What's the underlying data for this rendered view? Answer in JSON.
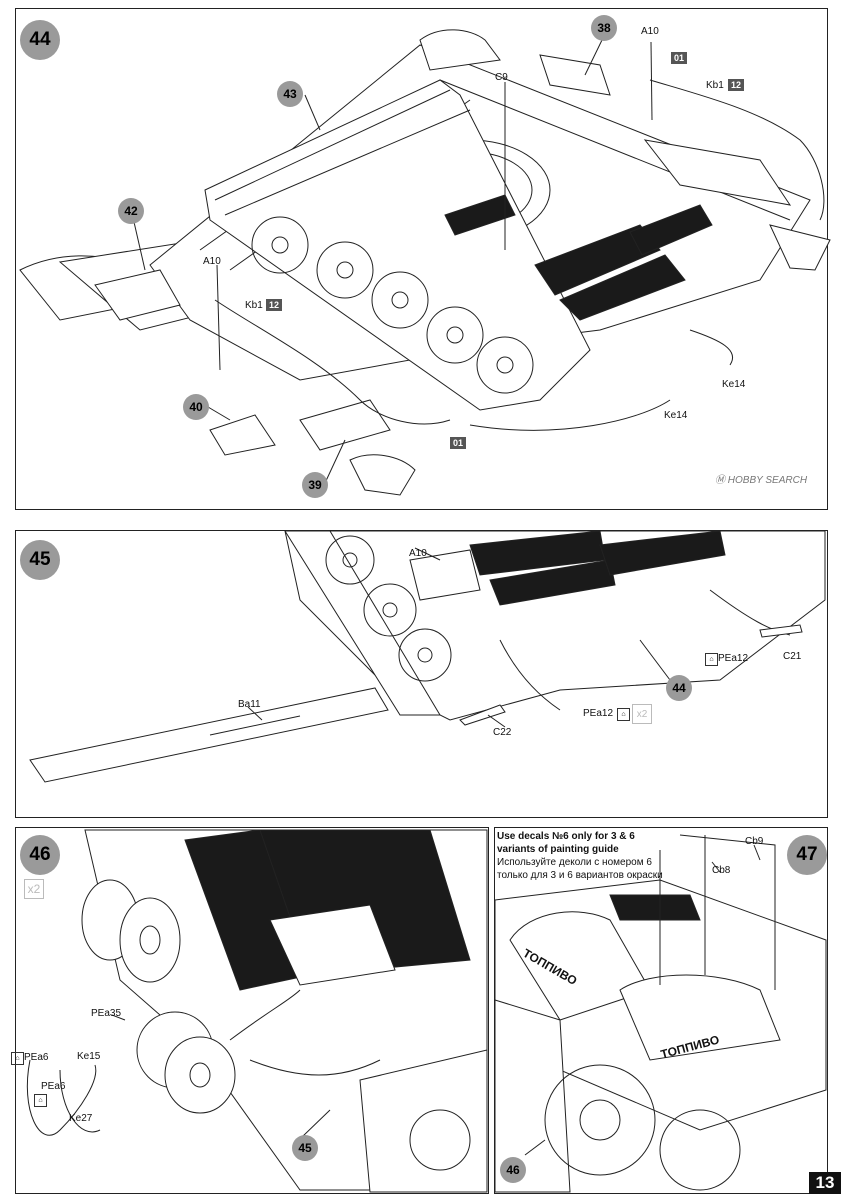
{
  "page_number": "13",
  "watermark": "HOBBY SEARCH",
  "steps": {
    "s44": {
      "number": "44",
      "parts": [
        "43",
        "42",
        "38",
        "40",
        "39"
      ],
      "labels": {
        "a10_top": "A10",
        "a10_left": "A10",
        "c9": "C9",
        "kb1_right": "Kb1",
        "kb1_left": "Kb1",
        "ke14_right": "Ke14",
        "ke14_mid": "Ke14"
      },
      "decals": {
        "d01_top": "01",
        "d12_right": "12",
        "d12_left": "12",
        "d01_bottom": "01"
      }
    },
    "s45": {
      "number": "45",
      "sub": "44",
      "labels": {
        "a10": "A10",
        "ba11": "Ba11",
        "pea12_right": "PEa12",
        "c21": "C21",
        "pea12_bottom": "PEa12",
        "c22": "C22"
      },
      "qty": "x2"
    },
    "s46": {
      "number": "46",
      "sub": "45",
      "qty": "x2",
      "labels": {
        "pea35": "PEa35",
        "pea6_a": "PEa6",
        "ke15": "Ke15",
        "pea6_b": "PEa6",
        "ke27": "Ke27"
      }
    },
    "s47": {
      "number": "47",
      "sub": "46",
      "labels": {
        "cb9": "Cb9",
        "cb8": "Cb8"
      },
      "note_en_1": "Use decals №6 only for 3 & 6",
      "note_en_2": "variants  of painting guide",
      "note_ru_1": "Используйте деколи с номером 6",
      "note_ru_2": "только для 3 и 6 вариантов окраски",
      "tank_text_1": "ТОППИВО",
      "tank_text_2": "ТОППИВО"
    }
  }
}
